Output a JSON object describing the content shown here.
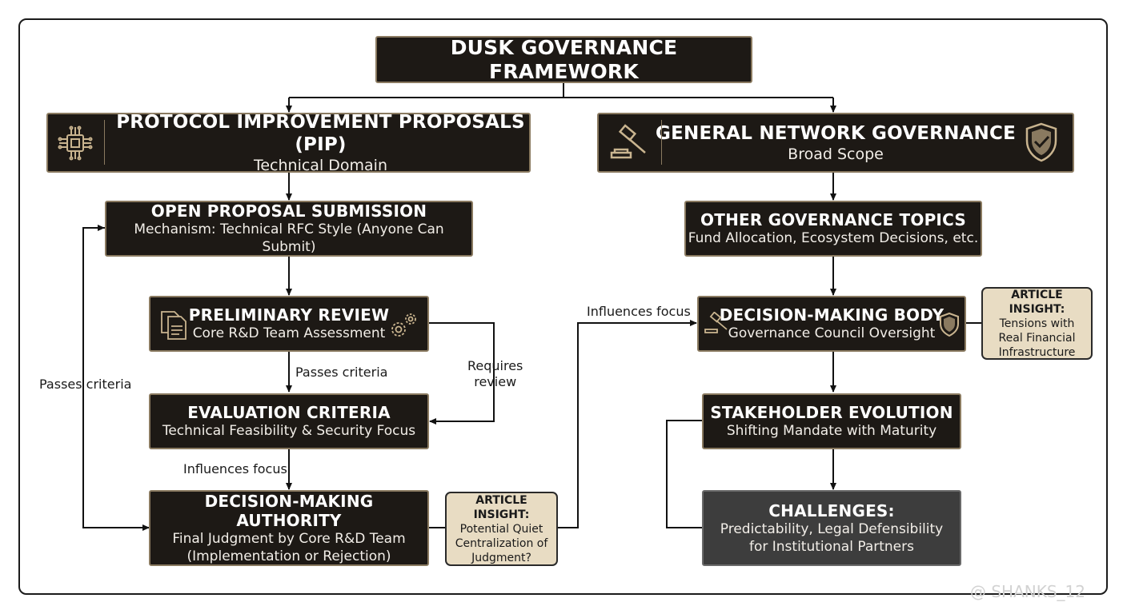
{
  "title": "DUSK GOVERNANCE FRAMEWORK",
  "pip": {
    "title": "PROTOCOL IMPROVEMENT PROPOSALS (PIP)",
    "subtitle": "Technical Domain"
  },
  "general": {
    "title": "GENERAL NETWORK GOVERNANCE",
    "subtitle": "Broad Scope"
  },
  "open_proposal": {
    "title": "OPEN PROPOSAL SUBMISSION",
    "subtitle": "Mechanism: Technical RFC Style (Anyone Can Submit)"
  },
  "preliminary": {
    "title": "PRELIMINARY REVIEW",
    "subtitle": "Core R&D Team Assessment"
  },
  "evaluation": {
    "title": "EVALUATION CRITERIA",
    "subtitle": "Technical Feasibility & Security Focus"
  },
  "authority": {
    "title": "DECISION-MAKING AUTHORITY",
    "line1": "Final Judgment by Core R&D Team",
    "line2": "(Implementation or Rejection)"
  },
  "other_topics": {
    "title": "OTHER GOVERNANCE TOPICS",
    "subtitle": "Fund Allocation, Ecosystem Decisions, etc."
  },
  "body": {
    "title": "DECISION-MAKING BODY",
    "subtitle": "Governance Council Oversight"
  },
  "stakeholder": {
    "title": "STAKEHOLDER EVOLUTION",
    "subtitle": "Shifting Mandate with Maturity"
  },
  "challenges": {
    "title": "CHALLENGES:",
    "line1": "Predictability, Legal Defensibility",
    "line2": "for Institutional Partners"
  },
  "insight_left": {
    "heading": "ARTICLE INSIGHT:",
    "lines": [
      "Potential Quiet",
      "Centralization of",
      "Judgment?"
    ]
  },
  "insight_right": {
    "heading": "ARTICLE INSIGHT:",
    "lines": [
      "Tensions with",
      "Real Financial",
      "Infrastructure"
    ]
  },
  "labels": {
    "passes_criteria_left": "Passes criteria",
    "passes_criteria_mid": "Passes criteria",
    "requires_review": [
      "Requires",
      "review"
    ],
    "influences_focus_left": "Influences focus",
    "influences_focus_right": "Influences focus"
  },
  "watermark": "@ SHANKS_12",
  "colors": {
    "box_fill": "#1d1915",
    "box_border": "#8a7a60",
    "insight_fill": "#e8dcc3",
    "challenge_fill": "#3d3d3d",
    "accent": "#c9b48f"
  },
  "icons": [
    "chip-icon",
    "gavel-icon",
    "shield-check-icon",
    "documents-icon",
    "gears-icon",
    "shield-icon"
  ]
}
